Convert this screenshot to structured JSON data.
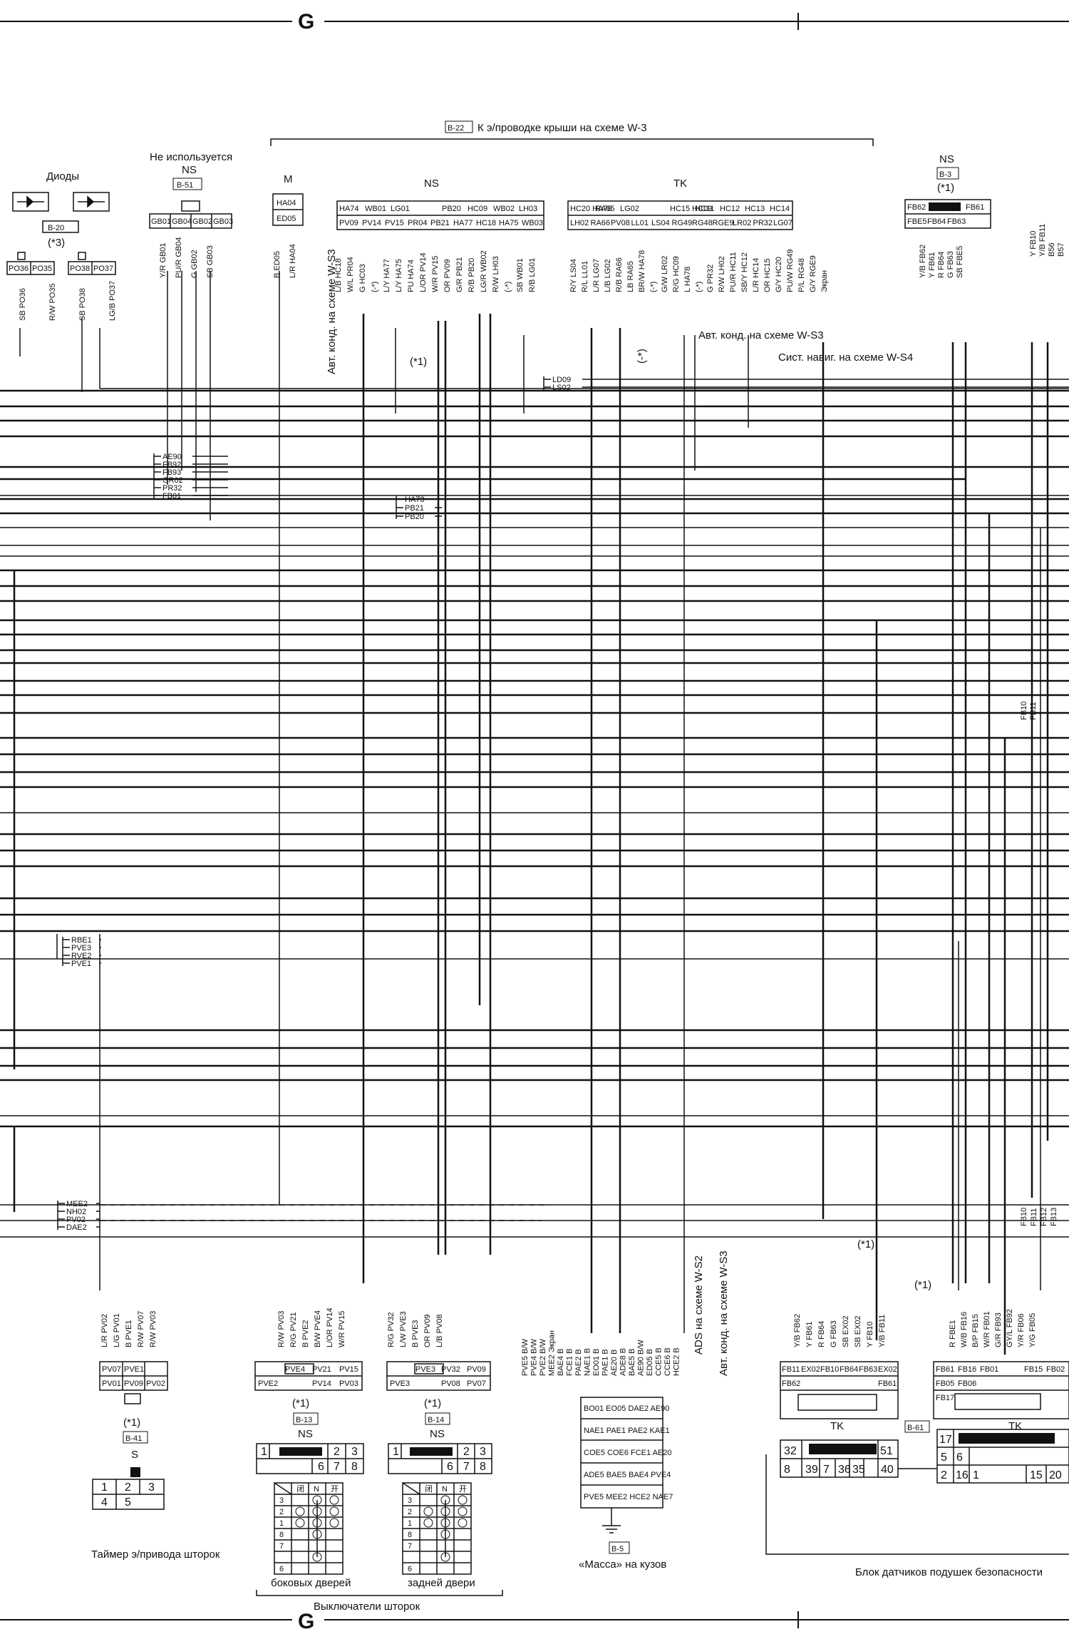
{
  "header": {
    "sheet_marker_top": "G",
    "sheet_marker_bottom": "G"
  },
  "roof_ref": {
    "tag": "B-22",
    "text": "К э/проводке крыши на схеме W-3"
  },
  "diodes": {
    "title": "Диоды",
    "tag": "B-20",
    "note": "(*3)",
    "pins": [
      "PO36",
      "PO35",
      "PO38",
      "PO37"
    ],
    "wires": [
      "SB PO36",
      "R/W PO35",
      "SB PO38",
      "LG/B PO37"
    ]
  },
  "unused": {
    "title": "Не используется",
    "ns": "NS",
    "tag": "B-51",
    "pins": [
      "GB01",
      "GB04",
      "GB02",
      "GB03"
    ],
    "wires": [
      "Y/R GB01",
      "PU/R GB04",
      "G GB02",
      "SB GB03"
    ]
  },
  "connector_m": {
    "label": "M",
    "pins": [
      "HA04",
      "ED05"
    ],
    "wires": [
      "B ED05",
      "L/R HA04"
    ]
  },
  "connector_ns_top": {
    "label": "NS",
    "pins_row1": [
      "HA74",
      "WB01",
      "LG01",
      "",
      "PB20",
      "HC09",
      "WB02",
      "LH03"
    ],
    "pins_row2": [
      "PV09",
      "PV14",
      "PV15",
      "PR04",
      "PB21",
      "HA77",
      "HC18",
      "HA75",
      "WB03"
    ],
    "wires": [
      "L/B HC18",
      "W/L PR04",
      "G HC03",
      "(-*)",
      "L/Y HA77",
      "L/Y HA75",
      "PU HA74",
      "L/OR PV14",
      "W/R PV15",
      "OR PV09",
      "G/R PB21",
      "R/B PB20",
      "LG/R WB02",
      "R/W LH03",
      "(-*)",
      "SB WB01",
      "R/B LG01"
    ]
  },
  "connector_tk_top": {
    "label": "TK",
    "pins_row1": [
      "HC20 HA78",
      "RA65",
      "LG02",
      "",
      "HC15 HC09",
      "HC11",
      "HC12",
      "HC13",
      "HC14"
    ],
    "pins_row2": [
      "LH02",
      "RA66",
      "PV08",
      "LL01",
      "LS04",
      "RG49",
      "RG48",
      "RGE9",
      "LR02",
      "PR32",
      "LG07"
    ],
    "wires": [
      "R/Y LS04",
      "R/L LL01",
      "L/R LG07",
      "L/B LG02",
      "R/B RA66",
      "LB RA65",
      "BR/W HA78",
      "(-*)",
      "G/W LR02",
      "R/G HC09",
      "L HA78",
      "(-*)",
      "G PR32",
      "R/W LH02",
      "PU/R HC11",
      "SB/Y HC12",
      "L/R HC14",
      "OR HC15",
      "G/Y HC20",
      "PU/W RG49",
      "P/L RG48",
      "G/Y RGE9",
      "Экран"
    ]
  },
  "ns_b3": {
    "label": "NS",
    "tag": "B-3",
    "note": "(*1)",
    "pins_row1": [
      "FB62",
      "",
      "FB61"
    ],
    "pins_row2": [
      "FBE5",
      "FB64",
      "FB63"
    ],
    "wires": [
      "Y/B FB62",
      "Y FB61",
      "R FB64",
      "G FB63",
      "SB FBE5"
    ]
  },
  "right_top_wires": [
    "Y FB10",
    "Y/B FB11",
    "B56",
    "B57"
  ],
  "annotations": {
    "ac_ws3_1": "Авт. конд. на схеме W-S3",
    "ac_ws3_2": "Авт. конд. на схеме W-S3",
    "nav_ws4": "Сист. навиг. на схеме W-S4",
    "star1_a": "(*1)",
    "star1_b": "(-*)",
    "star1_c": "(*1)",
    "star1_d": "(*1)",
    "ads_ws2": "ADS на схеме W-S2",
    "ac_ws3_3": "Авт. конд. на схеме W-S3"
  },
  "splice_left_top": [
    "AE90",
    "FB92",
    "FB93",
    "GR02",
    "PR32",
    "FB01"
  ],
  "splice_mid_top": [
    "HA73",
    "PB21",
    "PB20"
  ],
  "splice_ld": [
    "LD09",
    "LS02"
  ],
  "splice_left_mid": [
    "RBE1",
    "PVE3",
    "RVE2",
    "PVE1"
  ],
  "splice_left_bot": [
    "MEE2",
    "NH02",
    "PV02",
    "DAE2"
  ],
  "right_mid_splice": [
    "FB10",
    "FB11"
  ],
  "right_bot_splice": [
    "FB10",
    "FB11",
    "FB12",
    "FB13"
  ],
  "timer": {
    "title": "Таймер э/привода шторок",
    "note": "(*1)",
    "tag": "B-41",
    "code": "S",
    "pins_row1": [
      "PV07",
      "PVE1",
      ""
    ],
    "pins_row2": [
      "PV01",
      "PV09",
      "PV02"
    ],
    "wires": [
      "L/R PV02",
      "L/G PV01",
      "B PVE1",
      "R/W PV07",
      "R/W PV03"
    ],
    "grid_row1": [
      "1",
      "2",
      "3"
    ],
    "grid_row2": [
      "4",
      "5"
    ]
  },
  "switch_side": {
    "label": "боковых дверей",
    "note": "(*1)",
    "tag": "B-13",
    "ns": "NS",
    "pins_row1": [
      "",
      "PVE4",
      "PV21",
      "PV15"
    ],
    "pins_row2": [
      "PVE2",
      "",
      "PV14",
      "PV03"
    ],
    "wires": [
      "R/W PV03",
      "R/G PV21",
      "B PVE2",
      "B/W PVE4",
      "L/OR PV14",
      "W/R PV15"
    ],
    "grid_row1": [
      "1",
      "",
      "2",
      "3"
    ],
    "grid_row2": [
      "6",
      "7",
      "8"
    ]
  },
  "switch_rear": {
    "label": "задней двери",
    "note": "(*1)",
    "tag": "B-14",
    "ns": "NS",
    "pins_row1": [
      "",
      "PVE3",
      "PV32",
      "PV09"
    ],
    "pins_row2": [
      "PVE3",
      "",
      "PV08",
      "PV07"
    ],
    "wires": [
      "R/G PV32",
      "L/W PVE3",
      "B PVE3",
      "OR PV09",
      "L/B PV08"
    ],
    "grid_row1": [
      "1",
      "",
      "2",
      "3"
    ],
    "grid_row2": [
      "6",
      "7",
      "8"
    ]
  },
  "switches_caption": "Выключатели шторок",
  "ground": {
    "tag": "B-5",
    "text": "«Масса» на кузов",
    "wires": [
      "PVE5 B/W",
      "PVE4 B/W",
      "PVE2 B/W",
      "MEE2 Экран",
      "BAE4 B",
      "FCE1 B",
      "PAE2 B",
      "NAE1 B",
      "EO01 B",
      "PAE1 B",
      "AE20 B",
      "ADE8 B",
      "BAE5 B",
      "AE90 B/W",
      "ED05 B",
      "CCE5 B",
      "CCE6 B",
      "HCE2 B"
    ],
    "rows": [
      "BO01 EO05 DAE2 AE90",
      "NAE1 PAE1 PAE2 KAE1",
      "COE5 COE6 FCE1 AE20",
      "ADE5 BAE5 BAE4 PVE4",
      "PVE5 MEE2 HCE2 NAE7"
    ]
  },
  "airbag": {
    "title": "Блок датчиков подушек безопасности",
    "tk1": "TK",
    "tk2": "TK",
    "tag": "B-61",
    "note": "(*1)",
    "left_pins_row1": [
      "FB11",
      "EX02",
      "FB10",
      "FB64",
      "FB63",
      "EX02"
    ],
    "left_pins_row2": [
      "FB62",
      "",
      "",
      "",
      "",
      "FB61"
    ],
    "left_wires": [
      "Y/B FB62",
      "Y FB61",
      "R FB64",
      "G FB63",
      "SB EX02",
      "SB EX02",
      "Y FB10",
      "Y/B FB11"
    ],
    "right_pins_row1": [
      "FB61",
      "FB16",
      "FB01",
      "",
      "FB15",
      "FB02"
    ],
    "right_pins_row2": [
      "FB05",
      "FB06",
      "",
      "",
      "",
      ""
    ],
    "right_pins_row3": [
      "FB17"
    ],
    "right_wires": [
      "R FBE1",
      "W/B FB16",
      "B/P FB15",
      "W/R FB01",
      "G/R FB93",
      "GY/L FB92",
      "Y/R FB06",
      "Y/G FB05"
    ],
    "grid_left_row1": [
      "32",
      "",
      "",
      "",
      "",
      "51"
    ],
    "grid_left_row2": [
      "8",
      "39",
      "7",
      "36",
      "35",
      "40"
    ],
    "grid_right_row1": [
      "17"
    ],
    "grid_right_row2": [
      "5",
      "6"
    ],
    "grid_right_row3": [
      "2",
      "16",
      "1",
      "",
      "15",
      "20"
    ]
  },
  "switch_table": {
    "header": [
      "",
      "闭",
      "N",
      "开"
    ],
    "rows_side": [
      "3",
      "2",
      "1",
      "8",
      "7",
      "",
      "6"
    ],
    "rows_rear": [
      "3",
      "2",
      "1",
      "8",
      "7",
      "",
      "6"
    ]
  }
}
